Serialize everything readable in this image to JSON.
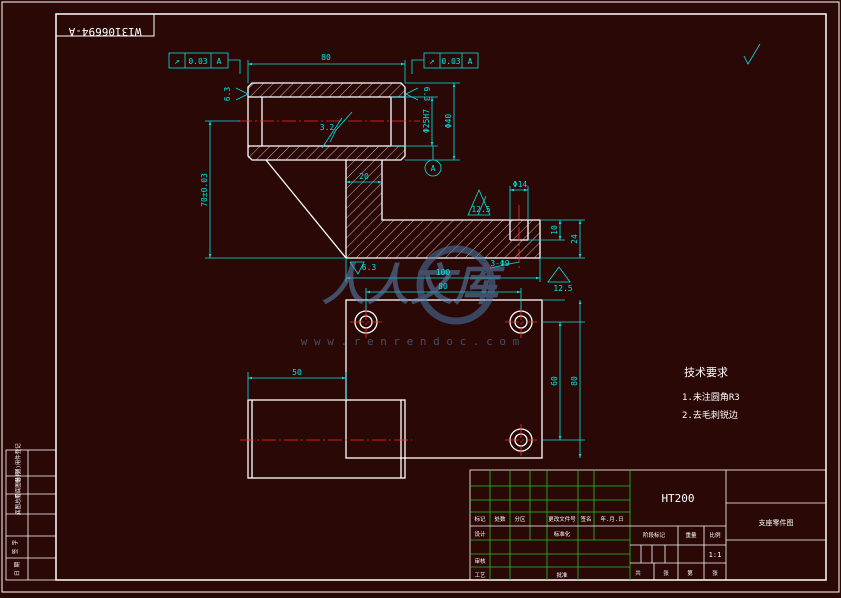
{
  "drawing": {
    "code": "W13106694-A",
    "material": "HT200",
    "part_name": "支座零件图",
    "scale": "1:1",
    "watermark_name": "人人文库",
    "watermark_url": "w w w . r e n r e n d o c . c o m"
  },
  "fcf_left": {
    "symbol": "↗",
    "value": "0.03",
    "datum": "A"
  },
  "fcf_right": {
    "symbol": "↗",
    "value": "0.03",
    "datum": "A"
  },
  "datum_label": "A",
  "dims": {
    "top_width": "80",
    "bore": "Φ25H7",
    "outer_dia": "Φ40",
    "height_left": "70±0.03",
    "rib": "20",
    "dia14": "Φ14",
    "d10": "10",
    "d24": "24",
    "d100": "100",
    "holes": "3-Φ9",
    "plan_80": "80",
    "plan_50": "50",
    "plan_60": "60",
    "plan_80_v": "80"
  },
  "roughness": {
    "left": "6.3",
    "right": "6.3",
    "bore": "3.2",
    "flange": "12.5",
    "base": "6.3",
    "bottom": "12.5"
  },
  "notes": {
    "title": "技术要求",
    "items": [
      "1.未注圆角R3",
      "2.去毛刺锐边"
    ]
  },
  "left_strip": [
    "借(通)用件登记",
    "旧底图总号",
    "底图总号",
    "签 字",
    "日 期"
  ],
  "title_block": {
    "rev_headers": [
      "标记",
      "处数",
      "分区",
      "更改文件号",
      "签名",
      "年.月.日"
    ],
    "roles": [
      "设计",
      "审核",
      "工艺"
    ],
    "std": "标准化",
    "approve": "批准",
    "stage_label": "阶段标记",
    "weight_label": "重量",
    "scale_label": "比例",
    "sheet": [
      "共",
      "张",
      "第",
      "张"
    ]
  },
  "colors": {
    "background": "#2a0806",
    "frame": "#ffffff",
    "dimension": "#00e5e5",
    "center": "#ff2a2a",
    "title_grid": "#27c427"
  }
}
